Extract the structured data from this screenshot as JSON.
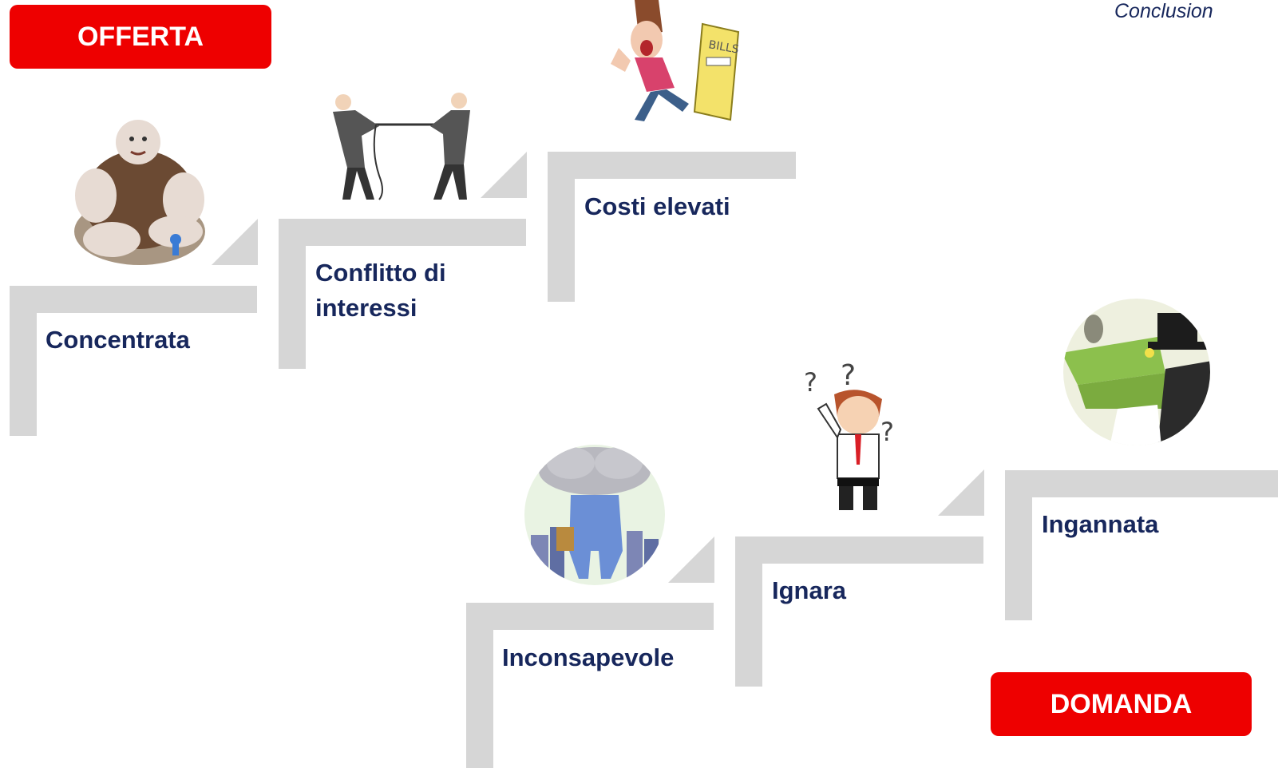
{
  "header": {
    "section": "Conclusion"
  },
  "tags": {
    "supply": "OFFERTA",
    "demand": "DOMANDA"
  },
  "supply_steps": [
    {
      "label": "Concentrata",
      "icon": "giant-icon"
    },
    {
      "label": "Conflitto di interessi",
      "icon": "tug-of-war-icon"
    },
    {
      "label": "Costi elevati",
      "icon": "screaming-bills-icon"
    }
  ],
  "demand_steps": [
    {
      "label": "Inconsapevole",
      "icon": "head-in-cloud-icon"
    },
    {
      "label": "Ignara",
      "icon": "confused-man-icon"
    },
    {
      "label": "Ingannata",
      "icon": "crocodile-tophat-icon"
    }
  ],
  "colors": {
    "tag_bg": "#ee0000",
    "step_gray": "#d6d6d6",
    "label_navy": "#17275c"
  }
}
